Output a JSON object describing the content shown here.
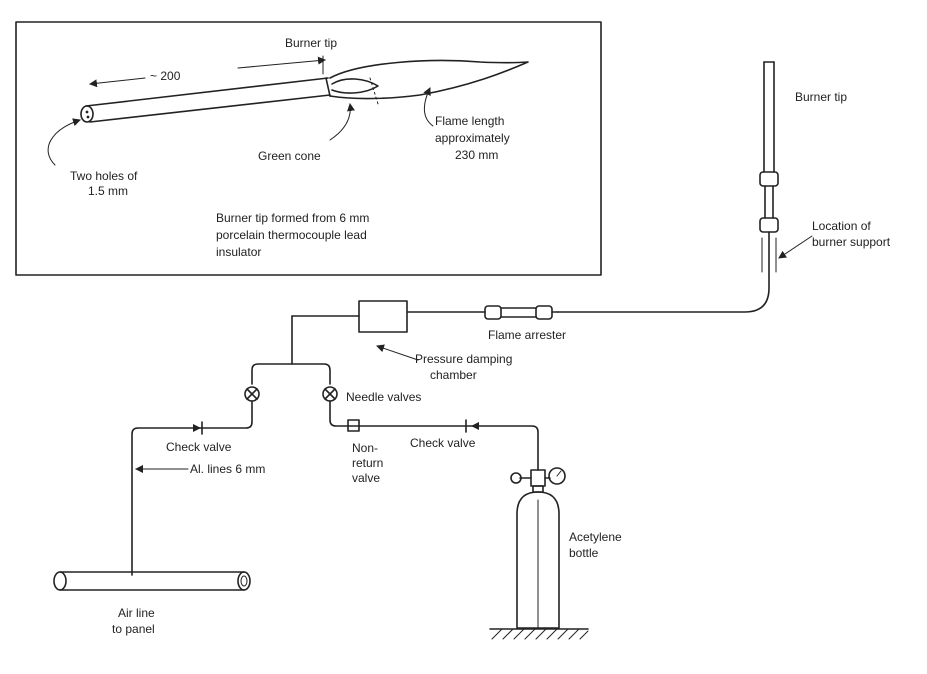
{
  "inset": {
    "burner_tip_label": "Burner tip",
    "length_label": "~ 200",
    "holes_label_line1": "Two holes of",
    "holes_label_line2": "1.5 mm",
    "green_cone_label": "Green cone",
    "flame_length_line1": "Flame length",
    "flame_length_line2": "approximately",
    "flame_length_line3": "230 mm",
    "formed_line1": "Burner tip formed from 6 mm",
    "formed_line2": "porcelain thermocouple lead",
    "formed_line3": "insulator"
  },
  "main": {
    "burner_tip_label": "Burner tip",
    "burner_support_line1": "Location of",
    "burner_support_line2": "burner support",
    "flame_arrester_label": "Flame arrester",
    "pressure_damping_line1": "Pressure damping",
    "pressure_damping_line2": "chamber",
    "needle_valves_label": "Needle valves",
    "check_valve_left_label": "Check valve",
    "check_valve_right_label": "Check valve",
    "non_return_line1": "Non-",
    "non_return_line2": "return",
    "non_return_line3": "valve",
    "al_lines_label": "Al. lines 6 mm",
    "acetylene_line1": "Acetylene",
    "acetylene_line2": "bottle",
    "air_line_line1": "Air line",
    "air_line_line2": "to panel"
  }
}
